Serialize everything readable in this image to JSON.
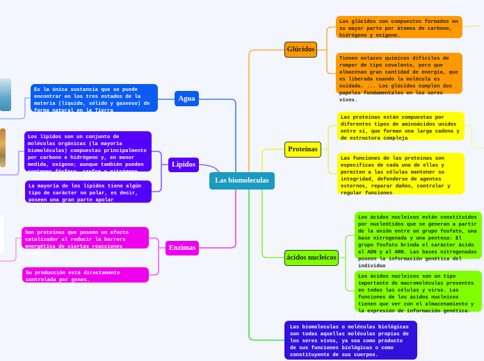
{
  "center": {
    "label": "Las biomoleculas",
    "color": "#1a9bbf"
  },
  "right": [
    {
      "label": "Glúcidos",
      "color": "#ff9900",
      "notes": [
        "Los glúcidos son compuestos formados en su mayor parte por átomos de carbono, hidrógeno y oxígeno.",
        "Tienen enlaces químicos difíciles de romper de tipo covalente, pero que almacenan gran cantidad de energía, que es liberada cuando la molécula es oxidada. ... Los glúcidos cumplen dos papeles fundamentales en los seres vivos."
      ]
    },
    {
      "label": "Proteinas",
      "color": "#ffff00",
      "notes": [
        "Las proteinas están compuestas por diferentes tipos de aminoácidos unidos entre sí, que forman una larga cadena y de estructura compleja",
        "Las funciones de las proteinas son especificas de cada una de ellas y permiten a las células mantener su integridad, defenderse de agentes externos, reparar daños, controlar y regular funciones"
      ]
    },
    {
      "label": "ácidos nucleicos",
      "color": "#80ff00",
      "notes": [
        "Los ácidos nucleicos están constituidos por nucleótidos que se generan a partir de la unión entre un grupo fosfato, una base nitrogenada y una pentosa: El grupo fosfato brinda el carácter ácido al ADN y al ARN. Las bases nitrogenadas poseen la información genética del individuo",
        "Los ácidos nucleicos son un tipo importante de macromoléculas presentes en todas las células y virus. Las funciones de los ácidos nucleicos tienen que ver con el almacenamiento y la expresión de información genética."
      ]
    }
  ],
  "definition": {
    "text": "Las biomoleculas o moléculas biológicas son todas aquellas moléculas propias de los seres vivos, ya sea como producto de sus funciones biológicas o como constituyente de  sus cuerpos.",
    "color": "#3311dd"
  },
  "left": [
    {
      "label": "Agua",
      "color": "#0a5cf5",
      "notes": [
        "Es la única sustancia que se puede encontrar en los tres estados de la materia (líquido, sólido y gaseoso) de forma natural en la Tierra"
      ]
    },
    {
      "label": "Lipidos",
      "color": "#5500ff",
      "notes": [
        "Los lípidos son un conjunto de moléculas orgánicas (la mayoría biomoléculas) compuestas principalmente por carbono e hidrógeno y, en menor medida, oxígeno; aunque también pueden contener fósforo, azufre y nitrógeno.",
        "La mayoría de los lípidos tiene algún tipo de carácter no polar, es decir, poseen una gran parte apolar"
      ]
    },
    {
      "label": "Enzimas",
      "color": "#ee00ee",
      "notes": [
        "Son proteínas que poseen un efecto catalizador al reducir la barrera energética de ciertas reacciones químicas",
        "Su producción está directamente controlada por genes."
      ]
    }
  ]
}
